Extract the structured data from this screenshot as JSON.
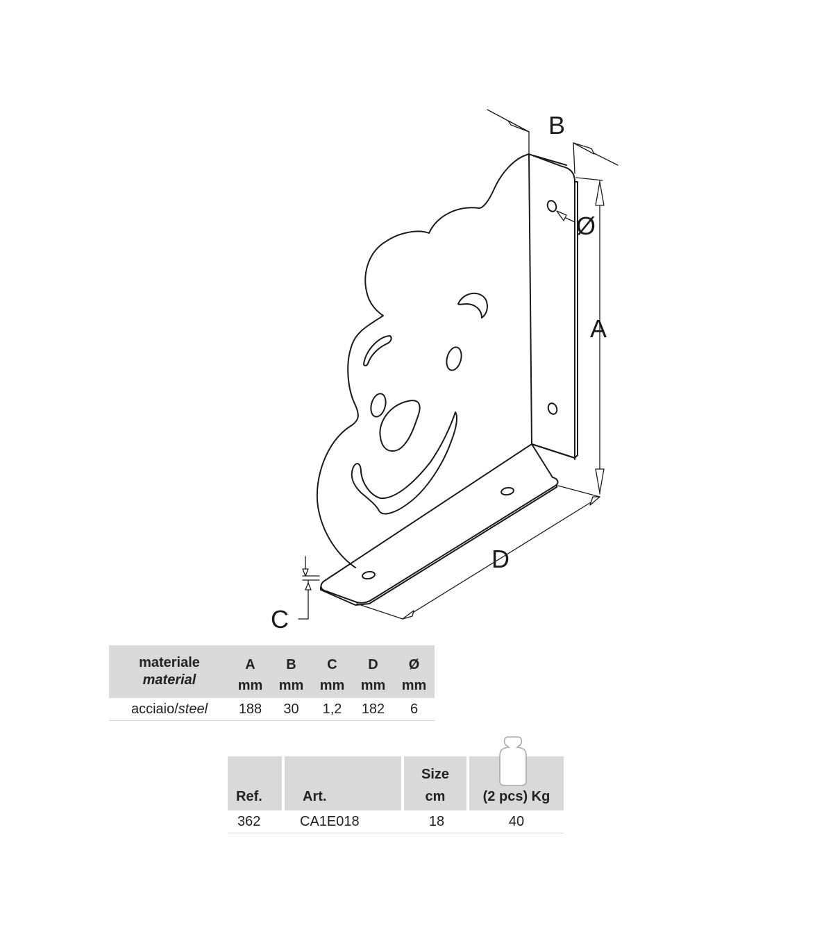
{
  "drawing": {
    "dim_labels": {
      "a": "A",
      "b": "B",
      "c": "C",
      "d": "D",
      "diameter": "Ø"
    },
    "icons": [
      "bear-bracket-illustration",
      "weight-icon"
    ]
  },
  "spec_table": {
    "material_header": {
      "it": "materiale",
      "en": "material"
    },
    "columns": [
      {
        "key": "A",
        "unit": "mm"
      },
      {
        "key": "B",
        "unit": "mm"
      },
      {
        "key": "C",
        "unit": "mm"
      },
      {
        "key": "D",
        "unit": "mm"
      },
      {
        "key": "Ø",
        "unit": "mm"
      }
    ],
    "rows": [
      {
        "material_it": "acciaio/",
        "material_en": "steel",
        "values": [
          "188",
          "30",
          "1,2",
          "182",
          "6"
        ]
      }
    ]
  },
  "product_table": {
    "headers": {
      "ref": "Ref.",
      "art": "Art.",
      "size_top": "Size",
      "size_unit": "cm",
      "load": "(2 pcs) Kg"
    },
    "rows": [
      {
        "ref": "362",
        "art": "CA1E018",
        "size": "18",
        "load": "40"
      }
    ]
  }
}
